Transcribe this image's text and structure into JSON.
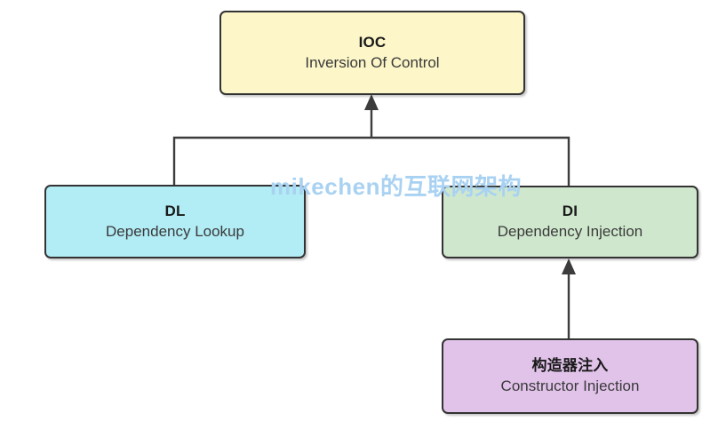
{
  "diagram": {
    "background_color": "#ffffff",
    "watermark": "mikechen的互联网架构",
    "watermark_color": "#a9d2f2",
    "edge_color": "#3c3c3c",
    "nodes": [
      {
        "id": "ioc",
        "title": "IOC",
        "subtitle": "Inversion Of Control",
        "fill": "#fcf6c8",
        "border": "#333333"
      },
      {
        "id": "dl",
        "title": "DL",
        "subtitle": "Dependency Lookup",
        "fill": "#b2ecf5",
        "border": "#333333"
      },
      {
        "id": "di",
        "title": "DI",
        "subtitle": "Dependency Injection",
        "fill": "#cfe8cd",
        "border": "#333333"
      },
      {
        "id": "constructor_injection",
        "title": "构造器注入",
        "subtitle": "Constructor Injection",
        "fill": "#e1c3ea",
        "border": "#333333"
      }
    ],
    "edges": [
      {
        "from": "dl",
        "to": "ioc",
        "style": "elbow",
        "arrowhead": true
      },
      {
        "from": "di",
        "to": "ioc",
        "style": "elbow",
        "arrowhead": true
      },
      {
        "from": "constructor_injection",
        "to": "di",
        "style": "straight",
        "arrowhead": true
      }
    ]
  }
}
